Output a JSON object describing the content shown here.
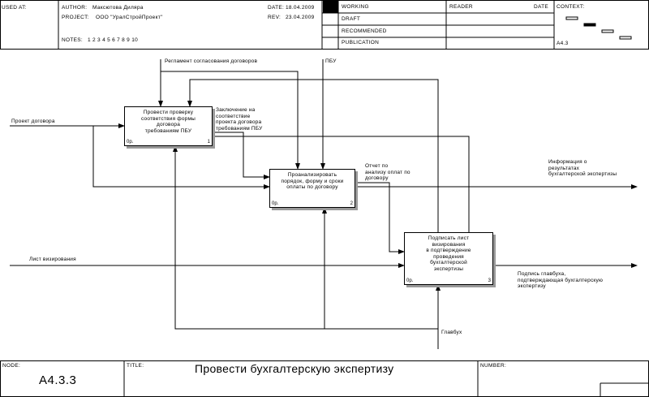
{
  "header": {
    "used_at": "USED AT:",
    "author_label": "AUTHOR:",
    "author": "Максютова Диляра",
    "project_label": "PROJECT:",
    "project": "ООО \"УралСтройПроект\"",
    "notes_label": "NOTES:",
    "notes": "1 2 3 4 5 6 7 8 9 10",
    "date_label": "DATE:",
    "date": "18.04.2009",
    "rev_label": "REV:",
    "rev": "23.04.2009",
    "status": [
      "WORKING",
      "DRAFT",
      "RECOMMENDED",
      "PUBLICATION"
    ],
    "reader": "READER",
    "reader_date": "DATE",
    "context": "CONTEXT:",
    "context_node": "A4.3"
  },
  "boxes": [
    {
      "label": "Провести проверку\nсоответствия формы\nдоговора\nтребованиям ПБУ",
      "cost": "0р.",
      "number": "1"
    },
    {
      "label": "Проанализировать\nпорядок, форму и сроки\nоплаты по договору",
      "cost": "0р.",
      "number": "2"
    },
    {
      "label": "Подписать лист\nвизирования\nв подтверждение\nпроведения\nбухгалтерской\nэкспертизы",
      "cost": "0р.",
      "number": "3"
    }
  ],
  "arrows": {
    "control_1": "Регламент согласования договоров",
    "control_2": "ПБУ",
    "input_1": "Проект договора",
    "input_2": "Лист визирования",
    "out_1": "Заключение на\nсоответствие\nпроекта договора\nтребованиям ПБУ",
    "out_2": "Отчет по\nанализу оплат по\nдоговору",
    "out_3": "Информация о\nрезультатах\nбухгалтерской экспертизы",
    "out_4": "Подпись главбуха,\nподтверждающая бухгалтерскую\nэкспертизу",
    "mech": "Главбух"
  },
  "footer": {
    "node_label": "NODE:",
    "node": "A4.3.3",
    "title_label": "TITLE:",
    "title": "Провести бухгалтерскую экспертизу",
    "number_label": "NUMBER:"
  }
}
